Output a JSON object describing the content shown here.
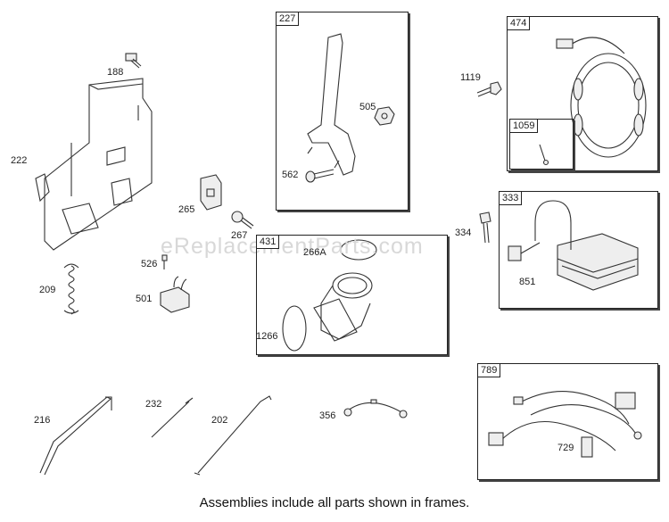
{
  "watermark": "eReplacementParts.com",
  "caption": "Assemblies include all parts shown in frames.",
  "frames": {
    "f227": "227",
    "f474": "474",
    "f1059": "1059",
    "f333": "333",
    "f431": "431",
    "f789": "789"
  },
  "labels": {
    "p188": "188",
    "p222": "222",
    "p209": "209",
    "p265": "265",
    "p267": "267",
    "p526": "526",
    "p501": "501",
    "p562": "562",
    "p505": "505",
    "p1119": "1119",
    "p334": "334",
    "p851": "851",
    "p266a": "266A",
    "p1266": "1266",
    "p216": "216",
    "p232": "232",
    "p202": "202",
    "p356": "356",
    "p729": "729"
  }
}
